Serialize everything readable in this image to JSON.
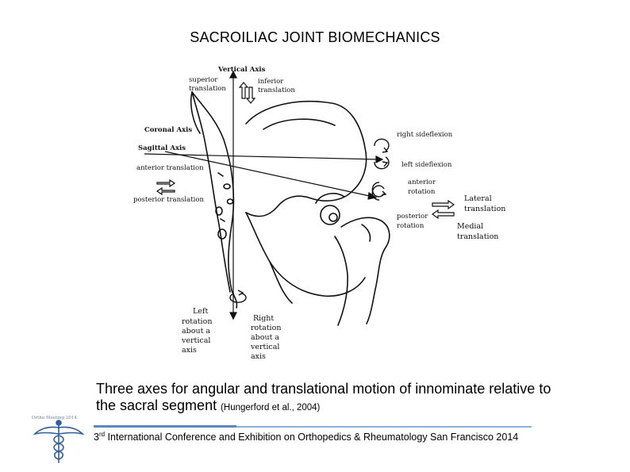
{
  "slide": {
    "title": "SACROILIAC JOINT BIOMECHANICS",
    "caption_main": "Three axes for angular and translational motion of innominate relative to the sacral segment",
    "caption_cite": "(Hungerford et al., 2004)",
    "footer_ordinal": "3",
    "footer_sup": "rd",
    "footer_text": " International Conference and Exhibition on Orthopedics & Rheumatology San Francisco 2014",
    "logo_text": "Ortho Meeting 2014"
  },
  "diagram": {
    "labels": {
      "vertical_axis": "Vertical Axis",
      "superior": "superior",
      "translation_sup": "translation",
      "inferior": "inferior",
      "translation_inf": "translation",
      "coronal_axis": "Coronal Axis",
      "sagittal_axis": "Sagittal Axis",
      "anterior_translation": "anterior translation",
      "posterior_translation": "posterior translation",
      "right_sideflexion": "right sideflexion",
      "left_sideflexion": "left sideflexion",
      "anterior": "anterior",
      "rotation_ant": "rotation",
      "posterior": "posterior",
      "rotation_post": "rotation",
      "lateral": "Lateral",
      "translation_lat": "translation",
      "medial": "Medial",
      "translation_med": "translation",
      "left_1": "Left",
      "left_2": "rotation",
      "left_3": "about a",
      "left_4": "vertical",
      "left_5": "axis",
      "right_1": "Right",
      "right_2": "rotation",
      "right_3": "about a",
      "right_4": "vertical",
      "right_5": "axis"
    }
  },
  "colors": {
    "accent_line": "#8db0d8",
    "accent_line_dark": "#5d87bd",
    "logo_blue": "#2f5f9f"
  }
}
